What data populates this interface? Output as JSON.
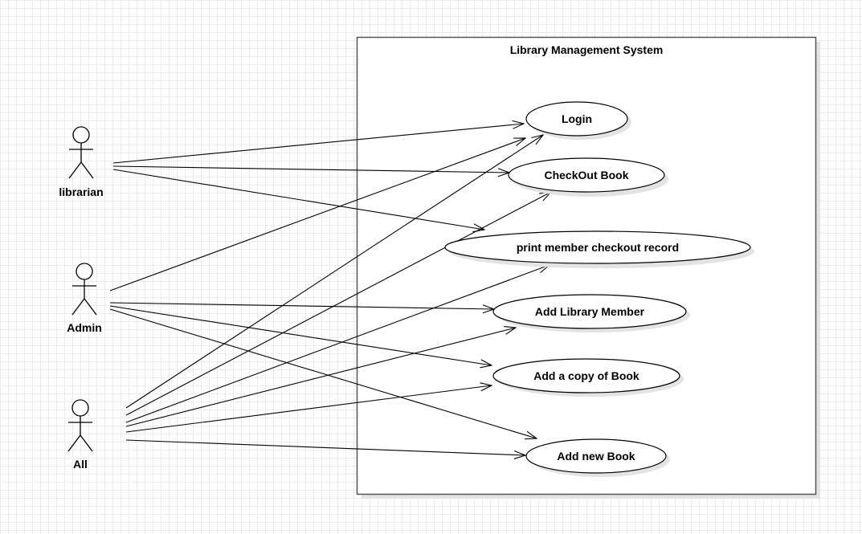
{
  "system": {
    "title": "Library Management System"
  },
  "actors": [
    {
      "id": "librarian",
      "label": "librarian"
    },
    {
      "id": "admin",
      "label": "Admin"
    },
    {
      "id": "all",
      "label": "All"
    }
  ],
  "use_cases": [
    {
      "id": "login",
      "label": "Login"
    },
    {
      "id": "checkout",
      "label": "CheckOut Book"
    },
    {
      "id": "print",
      "label": "print member checkout record"
    },
    {
      "id": "add_member",
      "label": "Add Library Member"
    },
    {
      "id": "add_copy",
      "label": "Add a copy of Book"
    },
    {
      "id": "add_book",
      "label": "Add new Book"
    }
  ],
  "associations": [
    {
      "from": "librarian",
      "to": "login"
    },
    {
      "from": "librarian",
      "to": "checkout"
    },
    {
      "from": "librarian",
      "to": "print"
    },
    {
      "from": "admin",
      "to": "login"
    },
    {
      "from": "admin",
      "to": "add_member"
    },
    {
      "from": "admin",
      "to": "add_copy"
    },
    {
      "from": "admin",
      "to": "add_book"
    },
    {
      "from": "all",
      "to": "login"
    },
    {
      "from": "all",
      "to": "checkout"
    },
    {
      "from": "all",
      "to": "print"
    },
    {
      "from": "all",
      "to": "add_member"
    },
    {
      "from": "all",
      "to": "add_copy"
    },
    {
      "from": "all",
      "to": "add_book"
    }
  ],
  "colors": {
    "stroke": "#000000",
    "boundary": "#555555",
    "shadow": "#e3e3e3",
    "fill": "#ffffff"
  }
}
